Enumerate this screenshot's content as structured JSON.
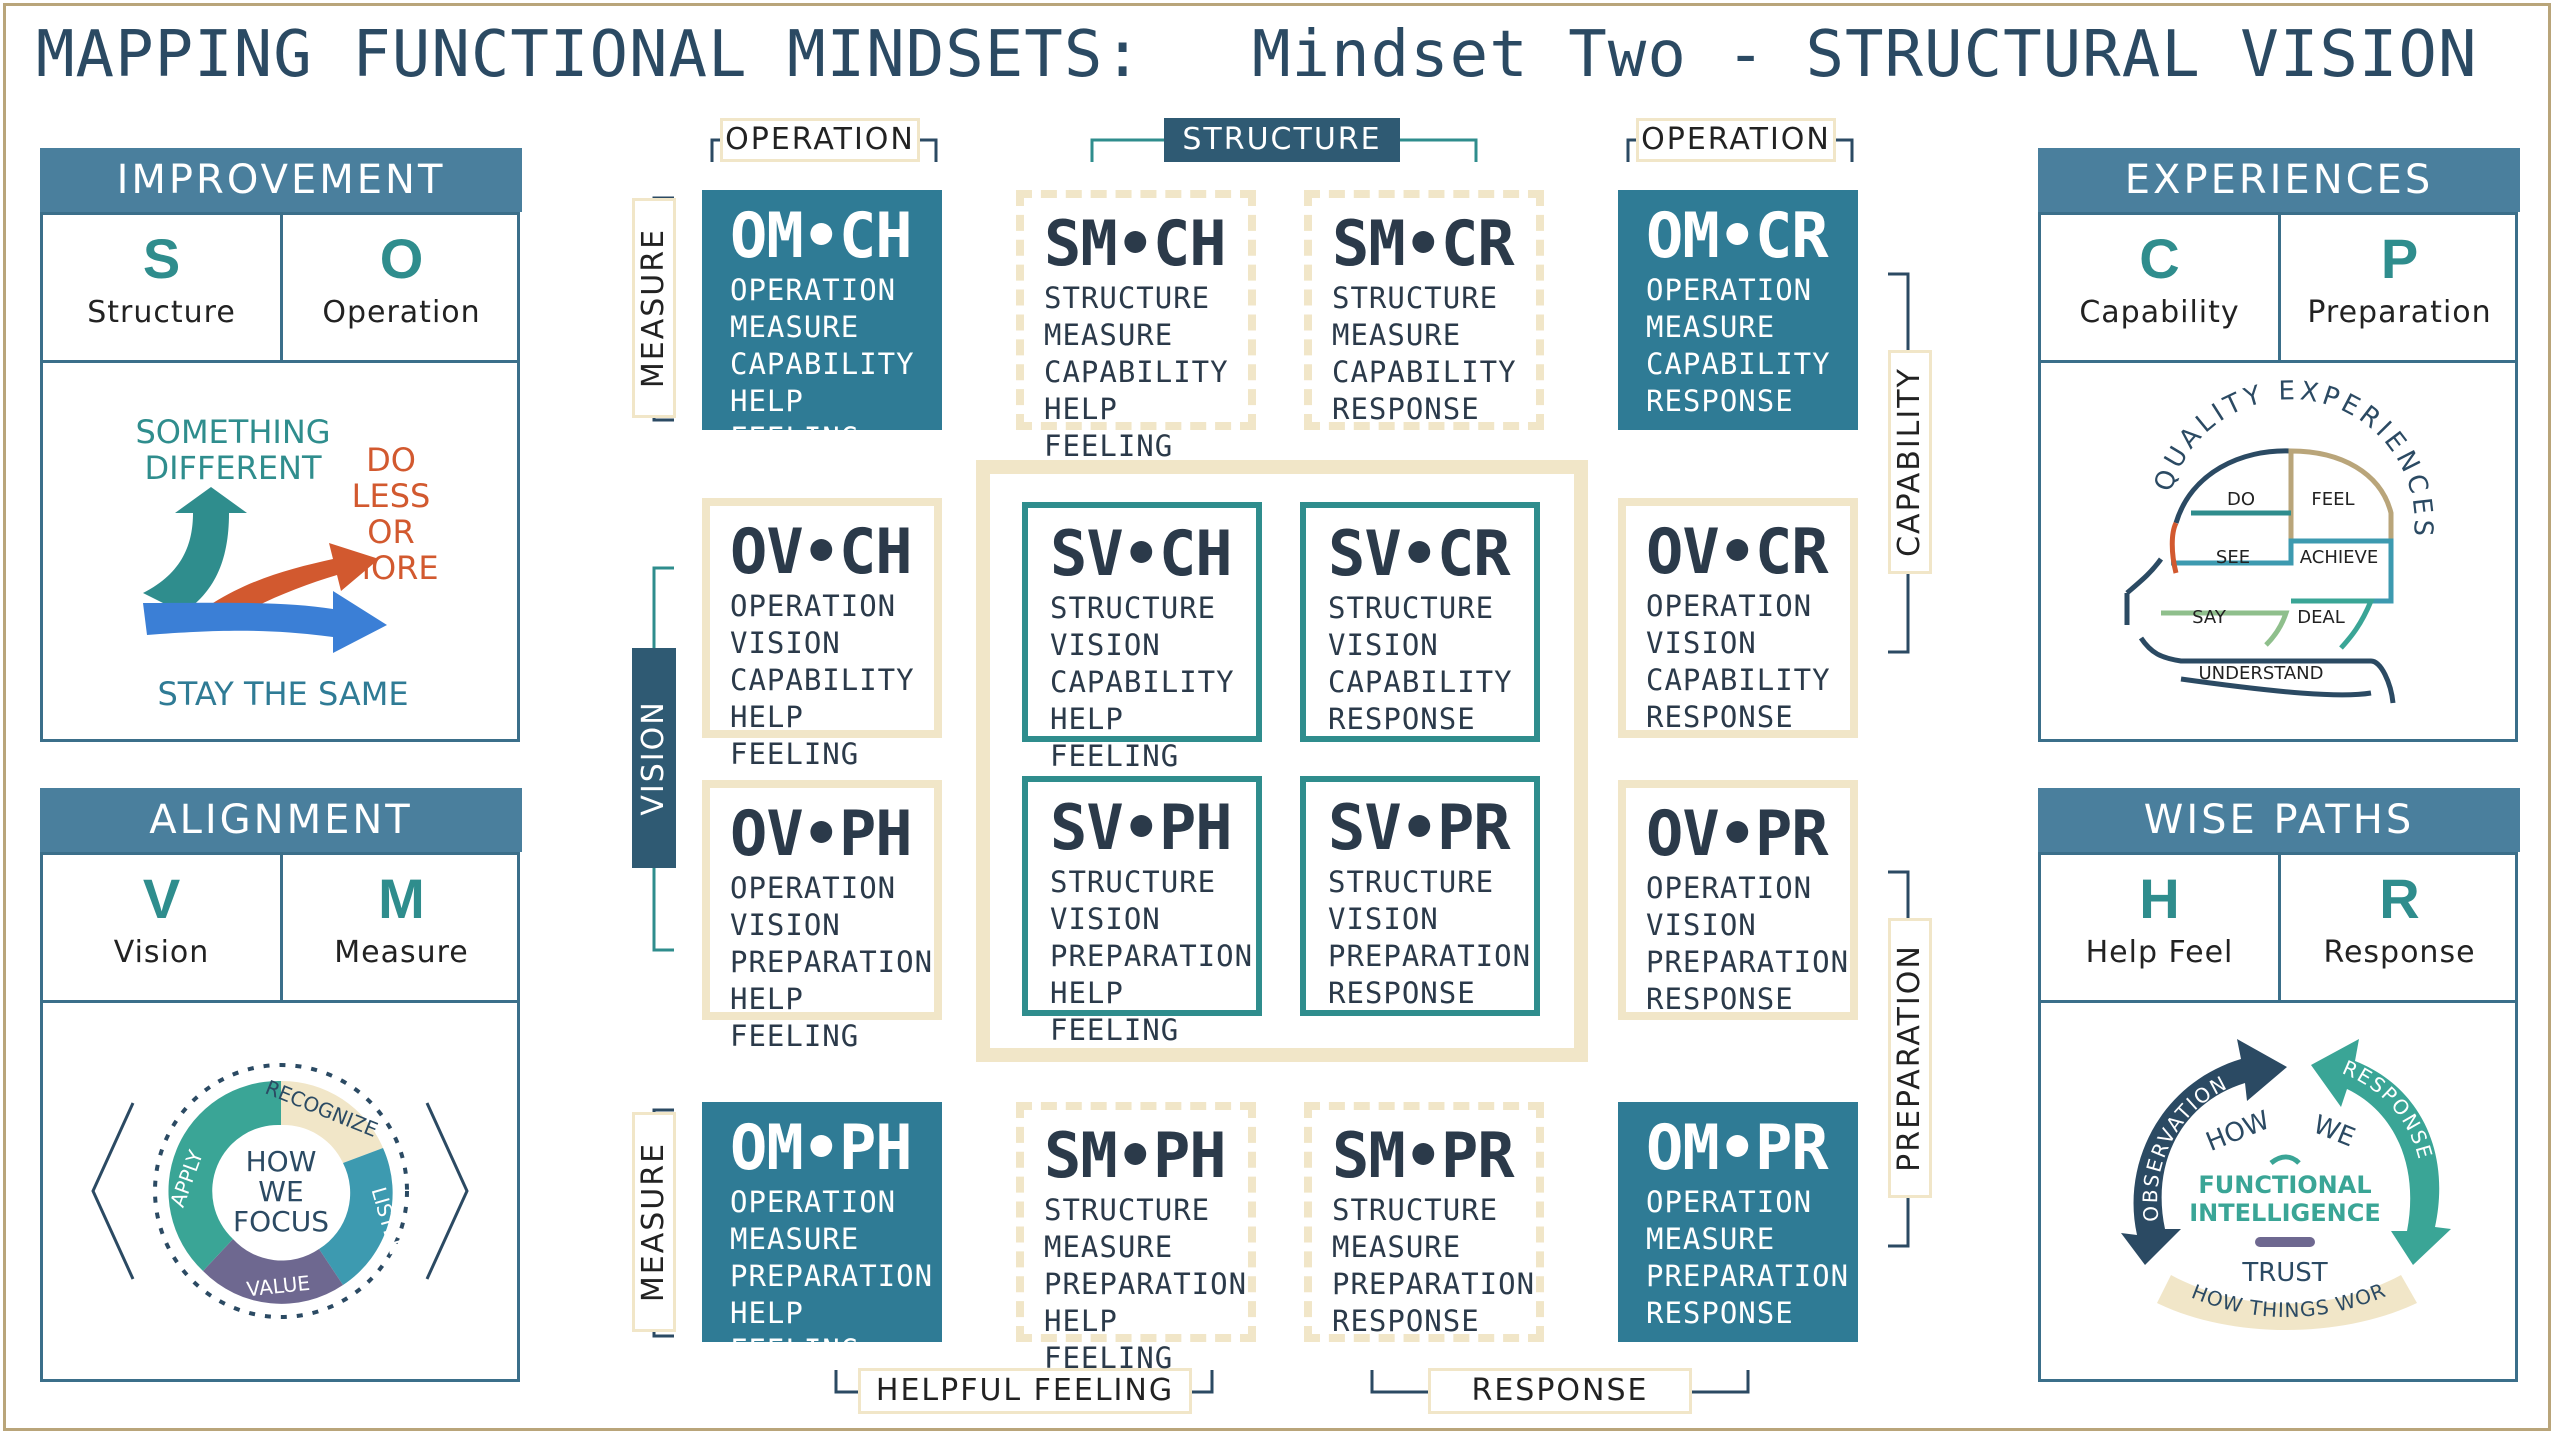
{
  "title_left": "MAPPING FUNCTIONAL MINDSETS:",
  "title_right": "Mindset Two - STRUCTURAL VISION",
  "panels": {
    "improvement": {
      "title": "IMPROVEMENT",
      "cells": [
        {
          "letter": "S",
          "word": "Structure"
        },
        {
          "letter": "O",
          "word": "Operation"
        }
      ],
      "illustration": {
        "text_top": [
          "SOMETHING",
          "DIFFERENT"
        ],
        "text_right": [
          "DO",
          "LESS",
          "OR",
          "MORE"
        ],
        "text_bottom": "STAY  THE  SAME"
      }
    },
    "alignment": {
      "title": "ALIGNMENT",
      "cells": [
        {
          "letter": "V",
          "word": "Vision"
        },
        {
          "letter": "M",
          "word": "Measure"
        }
      ],
      "illustration": {
        "center": [
          "HOW",
          "WE",
          "FOCUS"
        ],
        "ring": [
          "RECOGNIZE",
          "LISTEN",
          "VALUE",
          "APPLY"
        ]
      }
    },
    "experiences": {
      "title": "EXPERIENCES",
      "cells": [
        {
          "letter": "C",
          "word": "Capability"
        },
        {
          "letter": "P",
          "word": "Preparation"
        }
      ],
      "illustration": {
        "arc": "QUALITY EXPERIENCES",
        "cells": [
          "DO",
          "FEEL",
          "SEE",
          "ACHIEVE",
          "SAY",
          "DEAL",
          "UNDERSTAND"
        ]
      }
    },
    "wise_paths": {
      "title": "WISE  PATHS",
      "cells": [
        {
          "letter": "H",
          "word": "Help  Feel"
        },
        {
          "letter": "R",
          "word": "Response"
        }
      ],
      "illustration": {
        "arcs": [
          "OBSERVATION",
          "RESPONSE"
        ],
        "center_small": [
          "HOW",
          "WE"
        ],
        "center": [
          "FUNCTIONAL",
          "INTELLIGENCE"
        ],
        "trust": "TRUST",
        "banner": "HOW THINGS WORK"
      }
    }
  },
  "tags": {
    "top_left": "OPERATION",
    "top_center": "STRUCTURE",
    "top_right": "OPERATION",
    "left_top": "MEASURE",
    "left_middle": "VISION",
    "left_bottom": "MEASURE",
    "right_top": "CAPABILITY",
    "right_bottom": "PREPARATION",
    "bottom_left": "HELPFUL  FEELING",
    "bottom_right": "RESPONSE"
  },
  "grid": [
    {
      "id": "om-ch",
      "code": "OM•CH",
      "lines": [
        "OPERATION",
        "MEASURE",
        "CAPABILITY",
        "HELP  FEELING"
      ]
    },
    {
      "id": "sm-ch",
      "code": "SM•CH",
      "lines": [
        "STRUCTURE",
        "MEASURE",
        "CAPABILITY",
        "HELP FEELING"
      ]
    },
    {
      "id": "sm-cr",
      "code": "SM•CR",
      "lines": [
        "STRUCTURE",
        "MEASURE",
        "CAPABILITY",
        "RESPONSE"
      ]
    },
    {
      "id": "om-cr",
      "code": "OM•CR",
      "lines": [
        "OPERATION",
        "MEASURE",
        "CAPABILITY",
        "RESPONSE"
      ]
    },
    {
      "id": "ov-ch",
      "code": "OV•CH",
      "lines": [
        "OPERATION",
        "VISION",
        "CAPABILITY",
        "HELP FEELING"
      ]
    },
    {
      "id": "sv-ch",
      "code": "SV•CH",
      "lines": [
        "STRUCTURE",
        "VISION",
        "CAPABILITY",
        "HELP FEELING"
      ]
    },
    {
      "id": "sv-cr",
      "code": "SV•CR",
      "lines": [
        "STRUCTURE",
        "VISION",
        "CAPABILITY",
        "RESPONSE"
      ]
    },
    {
      "id": "ov-cr",
      "code": "OV•CR",
      "lines": [
        "OPERATION",
        "VISION",
        "CAPABILITY",
        "RESPONSE"
      ]
    },
    {
      "id": "ov-ph",
      "code": "OV•PH",
      "lines": [
        "OPERATION",
        "VISION",
        "PREPARATION",
        "HELP FEELING"
      ]
    },
    {
      "id": "sv-ph",
      "code": "SV•PH",
      "lines": [
        "STRUCTURE",
        "VISION",
        "PREPARATION",
        "HELP FEELING"
      ]
    },
    {
      "id": "sv-pr",
      "code": "SV•PR",
      "lines": [
        "STRUCTURE",
        "VISION",
        "PREPARATION",
        "RESPONSE"
      ]
    },
    {
      "id": "ov-pr",
      "code": "OV•PR",
      "lines": [
        "OPERATION",
        "VISION",
        "PREPARATION",
        "RESPONSE"
      ]
    },
    {
      "id": "om-ph",
      "code": "OM•PH",
      "lines": [
        "OPERATION",
        "MEASURE",
        "PREPARATION",
        "HELP FEELING"
      ]
    },
    {
      "id": "sm-ph",
      "code": "SM•PH",
      "lines": [
        "STRUCTURE",
        "MEASURE",
        "PREPARATION",
        "HELP FEELING"
      ]
    },
    {
      "id": "sm-pr",
      "code": "SM•PR",
      "lines": [
        "STRUCTURE",
        "MEASURE",
        "PREPARATION",
        "RESPONSE"
      ]
    },
    {
      "id": "om-pr",
      "code": "OM•PR",
      "lines": [
        "OPERATION",
        "MEASURE",
        "PREPARATION",
        "RESPONSE"
      ]
    }
  ],
  "colors": {
    "teal": "#2f8d8d",
    "steel_blue": "#2f7b95",
    "header_blue": "#4a7f9d",
    "cream": "#f1e6c8",
    "navy": "#2b4a63",
    "orange": "#d2592f"
  }
}
